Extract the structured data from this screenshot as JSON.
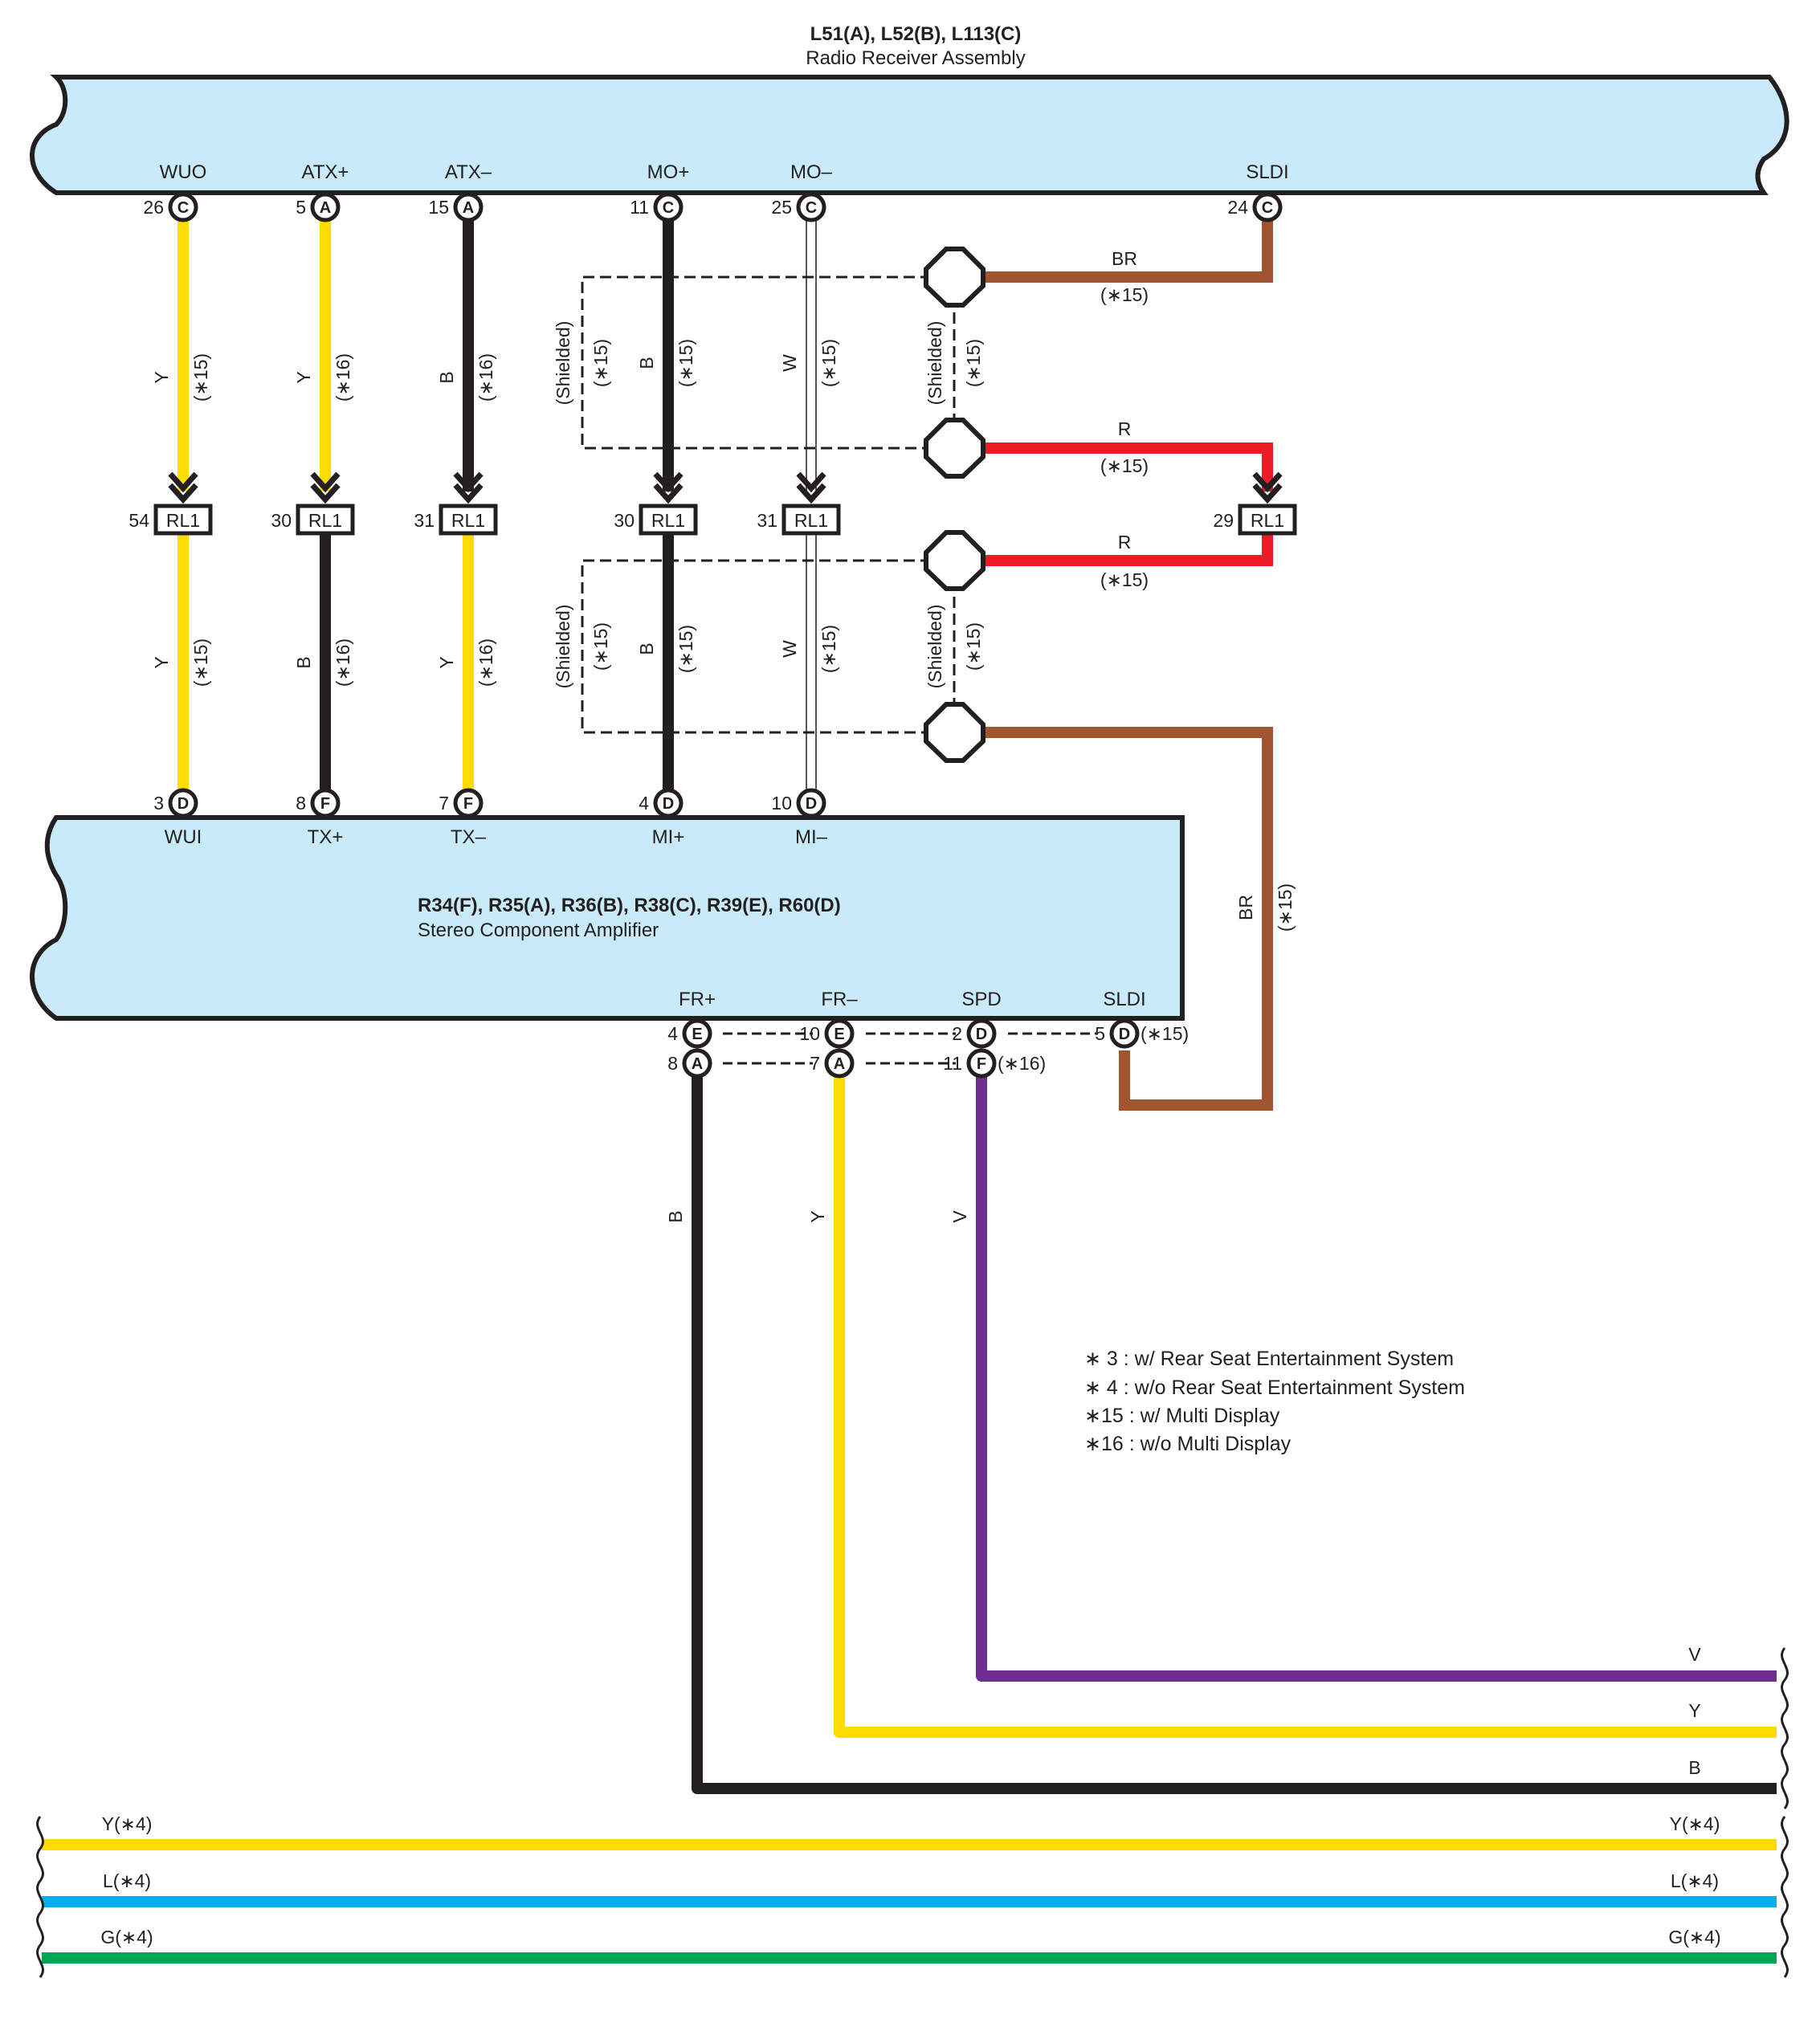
{
  "colors": {
    "Y": "#ffdc00",
    "B": "#231f20",
    "W": "#b0b0b0",
    "BR": "#a0552e",
    "R": "#ed1c24",
    "V": "#6f2c91",
    "L": "#00aeef",
    "G": "#00a651",
    "component_fill": "#c9ebf9"
  },
  "receiver": {
    "title": "L51(A), L52(B), L113(C)",
    "subtitle": "Radio Receiver Assembly",
    "pins": [
      {
        "label": "WUO",
        "num": "26",
        "conn": "C"
      },
      {
        "label": "ATX+",
        "num": "5",
        "conn": "A"
      },
      {
        "label": "ATX–",
        "num": "15",
        "conn": "A"
      },
      {
        "label": "MO+",
        "num": "11",
        "conn": "C"
      },
      {
        "label": "MO–",
        "num": "25",
        "conn": "C"
      },
      {
        "label": "SLDI",
        "num": "24",
        "conn": "C"
      }
    ]
  },
  "junction": {
    "label": "RL1",
    "pins": [
      {
        "num": "54"
      },
      {
        "num": "30"
      },
      {
        "num": "31"
      },
      {
        "num": "30"
      },
      {
        "num": "31"
      },
      {
        "num": "29"
      }
    ]
  },
  "upper_wires": [
    {
      "color": "Y",
      "note": "(∗15)"
    },
    {
      "color": "Y",
      "note": "(∗16)"
    },
    {
      "color": "B",
      "note": "(∗16)"
    },
    {
      "color": "B",
      "note": "(∗15)"
    },
    {
      "color": "W",
      "note": "(∗15)"
    }
  ],
  "lower_wires": [
    {
      "color": "Y",
      "note": "(∗15)"
    },
    {
      "color": "B",
      "note": "(∗16)"
    },
    {
      "color": "Y",
      "note": "(∗16)"
    },
    {
      "color": "B",
      "note": "(∗15)"
    },
    {
      "color": "W",
      "note": "(∗15)"
    }
  ],
  "shield": {
    "label": "(Shielded)",
    "note": "(∗15)"
  },
  "right_wires": {
    "br_top": {
      "color": "BR",
      "note": "(∗15)"
    },
    "r_top": {
      "color": "R",
      "note": "(∗15)"
    },
    "r_bottom": {
      "color": "R",
      "note": "(∗15)"
    },
    "br_vertical": {
      "color": "BR",
      "note": "(∗15)"
    }
  },
  "amplifier": {
    "title": "R34(F), R35(A), R36(B), R38(C), R39(E), R60(D)",
    "subtitle": "Stereo Component Amplifier",
    "top_pins": [
      {
        "label": "WUI",
        "num": "3",
        "conn": "D"
      },
      {
        "label": "TX+",
        "num": "8",
        "conn": "F"
      },
      {
        "label": "TX–",
        "num": "7",
        "conn": "F"
      },
      {
        "label": "MI+",
        "num": "4",
        "conn": "D"
      },
      {
        "label": "MI–",
        "num": "10",
        "conn": "D"
      }
    ],
    "bottom_labels": [
      "FR+",
      "FR–",
      "SPD",
      "SLDI"
    ],
    "row1": [
      {
        "num": "4",
        "conn": "E"
      },
      {
        "num": "10",
        "conn": "E"
      },
      {
        "num": "2",
        "conn": "D"
      },
      {
        "num": "5",
        "conn": "D",
        "note": "(∗15)"
      }
    ],
    "row2": [
      {
        "num": "8",
        "conn": "A"
      },
      {
        "num": "7",
        "conn": "A"
      },
      {
        "num": "11",
        "conn": "F",
        "note": "(∗16)"
      }
    ]
  },
  "outputs": [
    {
      "color": "B"
    },
    {
      "color": "Y"
    },
    {
      "color": "V"
    }
  ],
  "right_ends": [
    "V",
    "Y",
    "B"
  ],
  "through_wires": [
    {
      "label": "Y(∗4)",
      "color": "Y"
    },
    {
      "label": "L(∗4)",
      "color": "L"
    },
    {
      "label": "G(∗4)",
      "color": "G"
    }
  ],
  "legend": [
    "∗ 3 : w/ Rear Seat Entertainment System",
    "∗ 4 : w/o Rear Seat Entertainment System",
    "∗15 : w/ Multi Display",
    "∗16 : w/o Multi Display"
  ]
}
